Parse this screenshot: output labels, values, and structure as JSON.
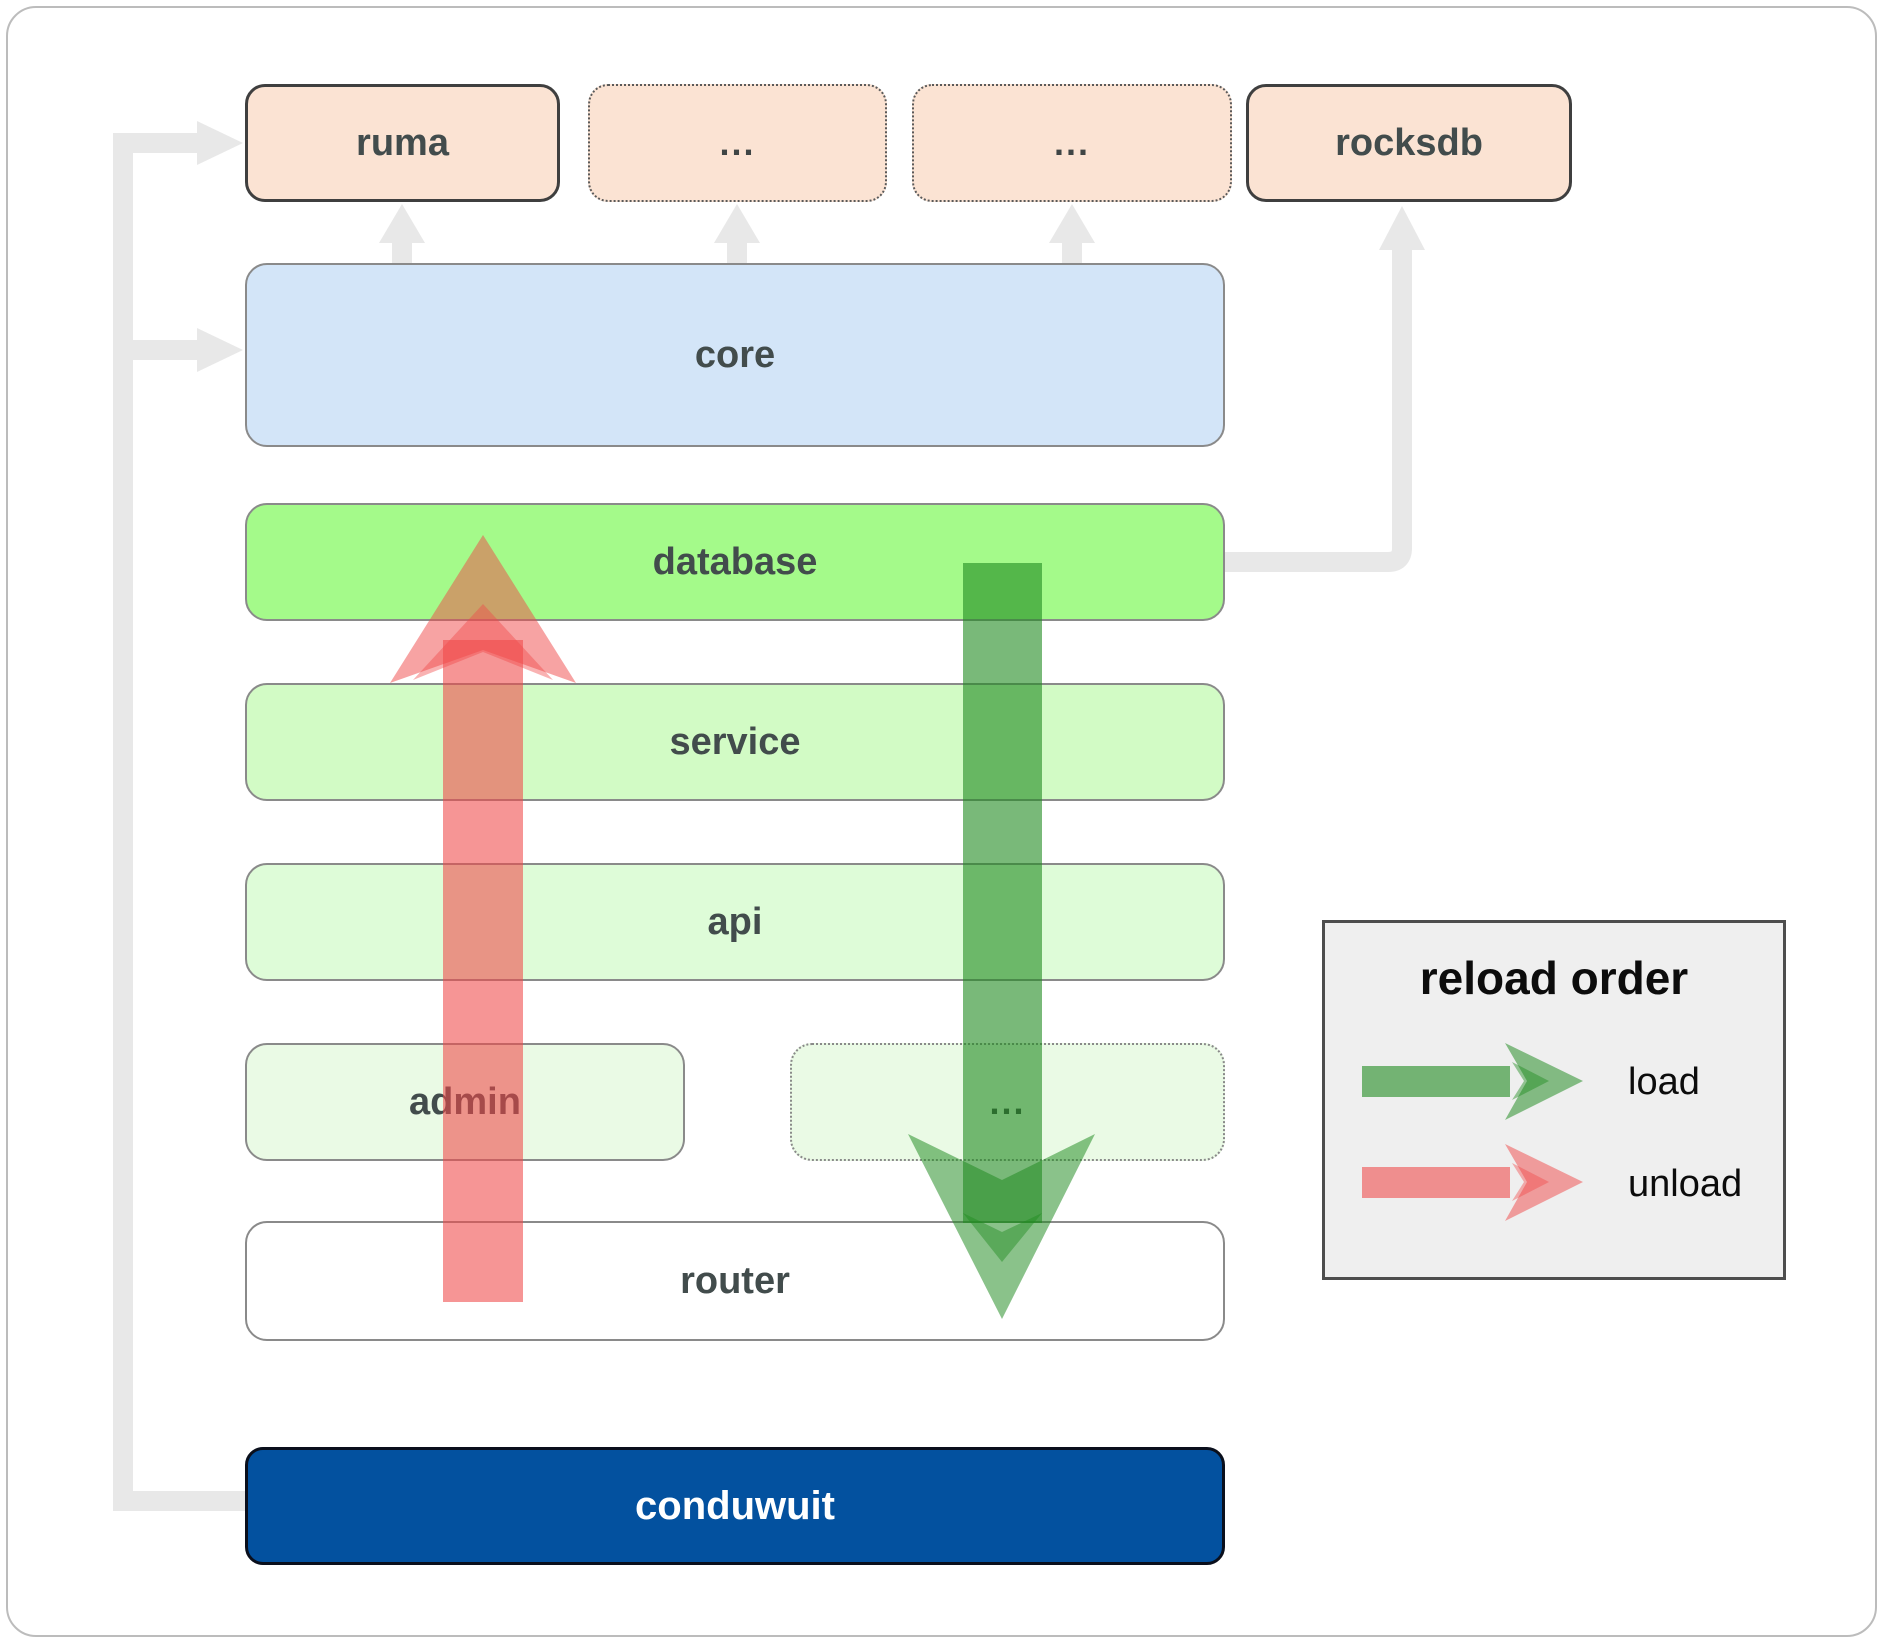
{
  "colors": {
    "load": "#1f8b1f",
    "unload": "#f04848",
    "connector": "#e8e8e8"
  },
  "boxes": {
    "ruma": "ruma",
    "deps_ellipsis_1": "...",
    "deps_ellipsis_2": "...",
    "rocksdb": "rocksdb",
    "core": "core",
    "database": "database",
    "service": "service",
    "api": "api",
    "admin": "admin",
    "services_ellipsis": "...",
    "router": "router",
    "conduwuit": "conduwuit"
  },
  "legend": {
    "title": "reload order",
    "load": "load",
    "unload": "unload"
  }
}
